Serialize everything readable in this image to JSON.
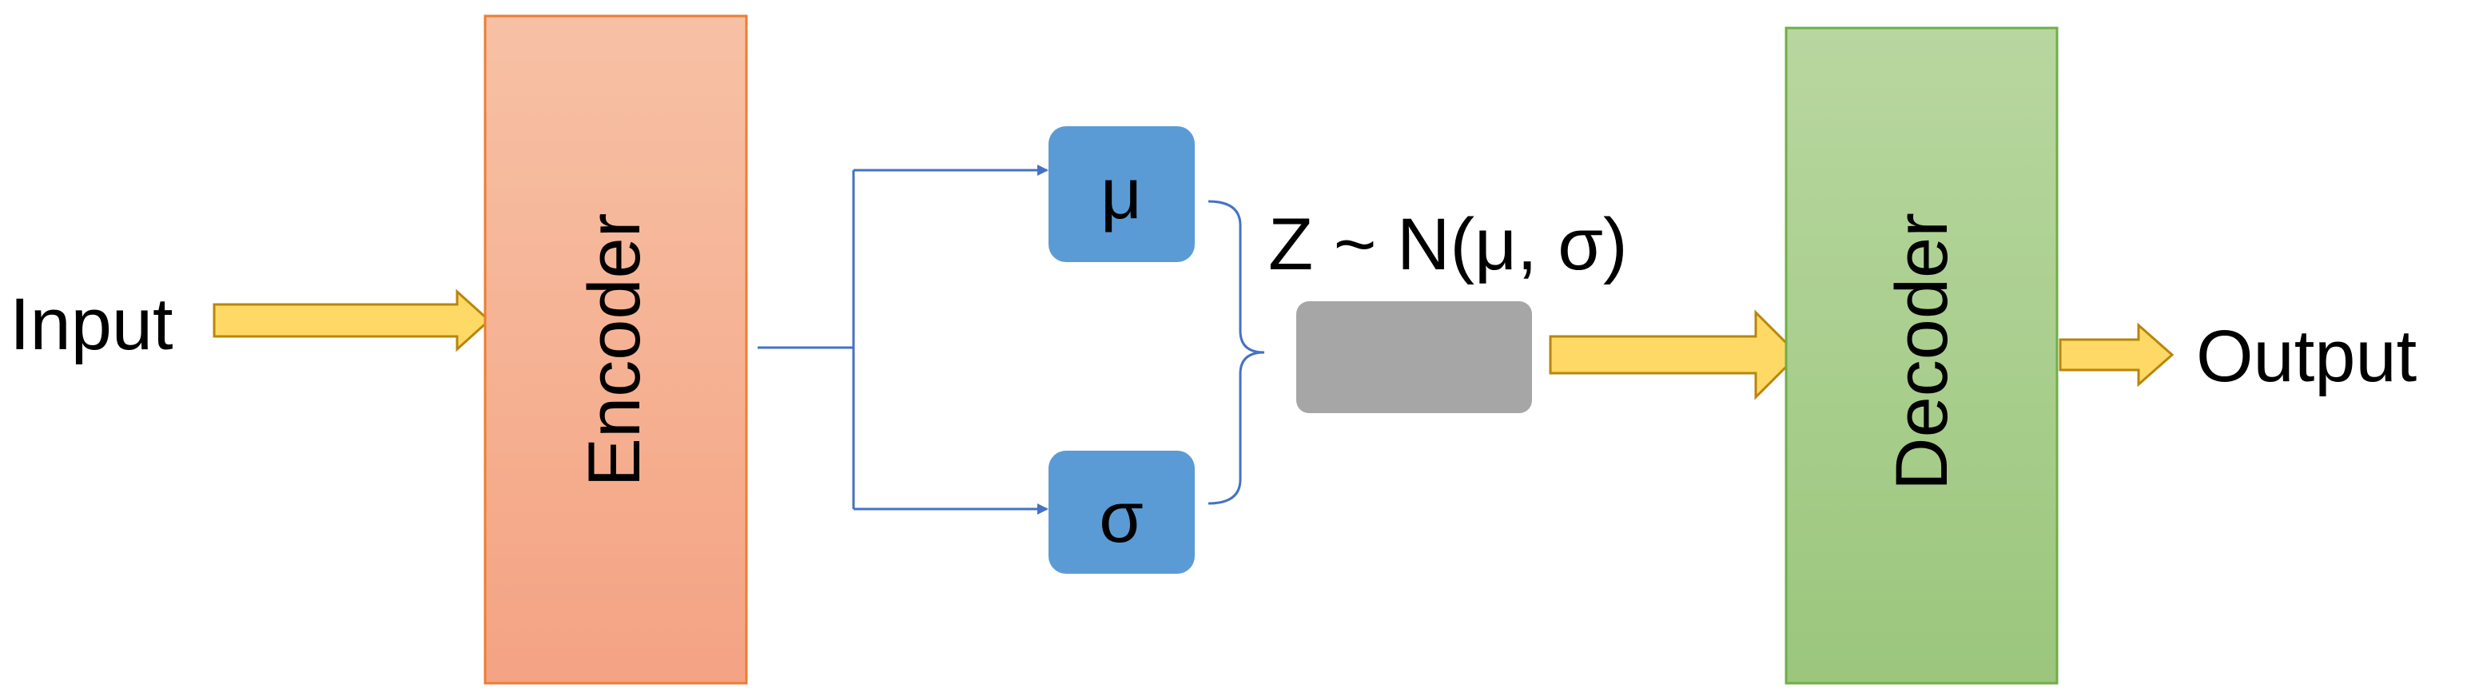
{
  "labels": {
    "input": "Input",
    "encoder": "Encoder",
    "mu": "μ",
    "sigma": "σ",
    "z_formula": "Z ~ N(μ, σ)",
    "decoder": "Decoder",
    "output": "Output"
  },
  "colors": {
    "encoder_fill_top": "#F7C1A5",
    "encoder_fill_bottom": "#F4A383",
    "encoder_stroke": "#ED7D31",
    "decoder_fill_top": "#B8D7A0",
    "decoder_fill_bottom": "#9BC67C",
    "decoder_stroke": "#70AD47",
    "param_box": "#5B9BD5",
    "latent_box": "#A6A6A6",
    "connector": "#4472C4",
    "arrow_fill": "#FFD966",
    "arrow_stroke": "#B8860B"
  }
}
